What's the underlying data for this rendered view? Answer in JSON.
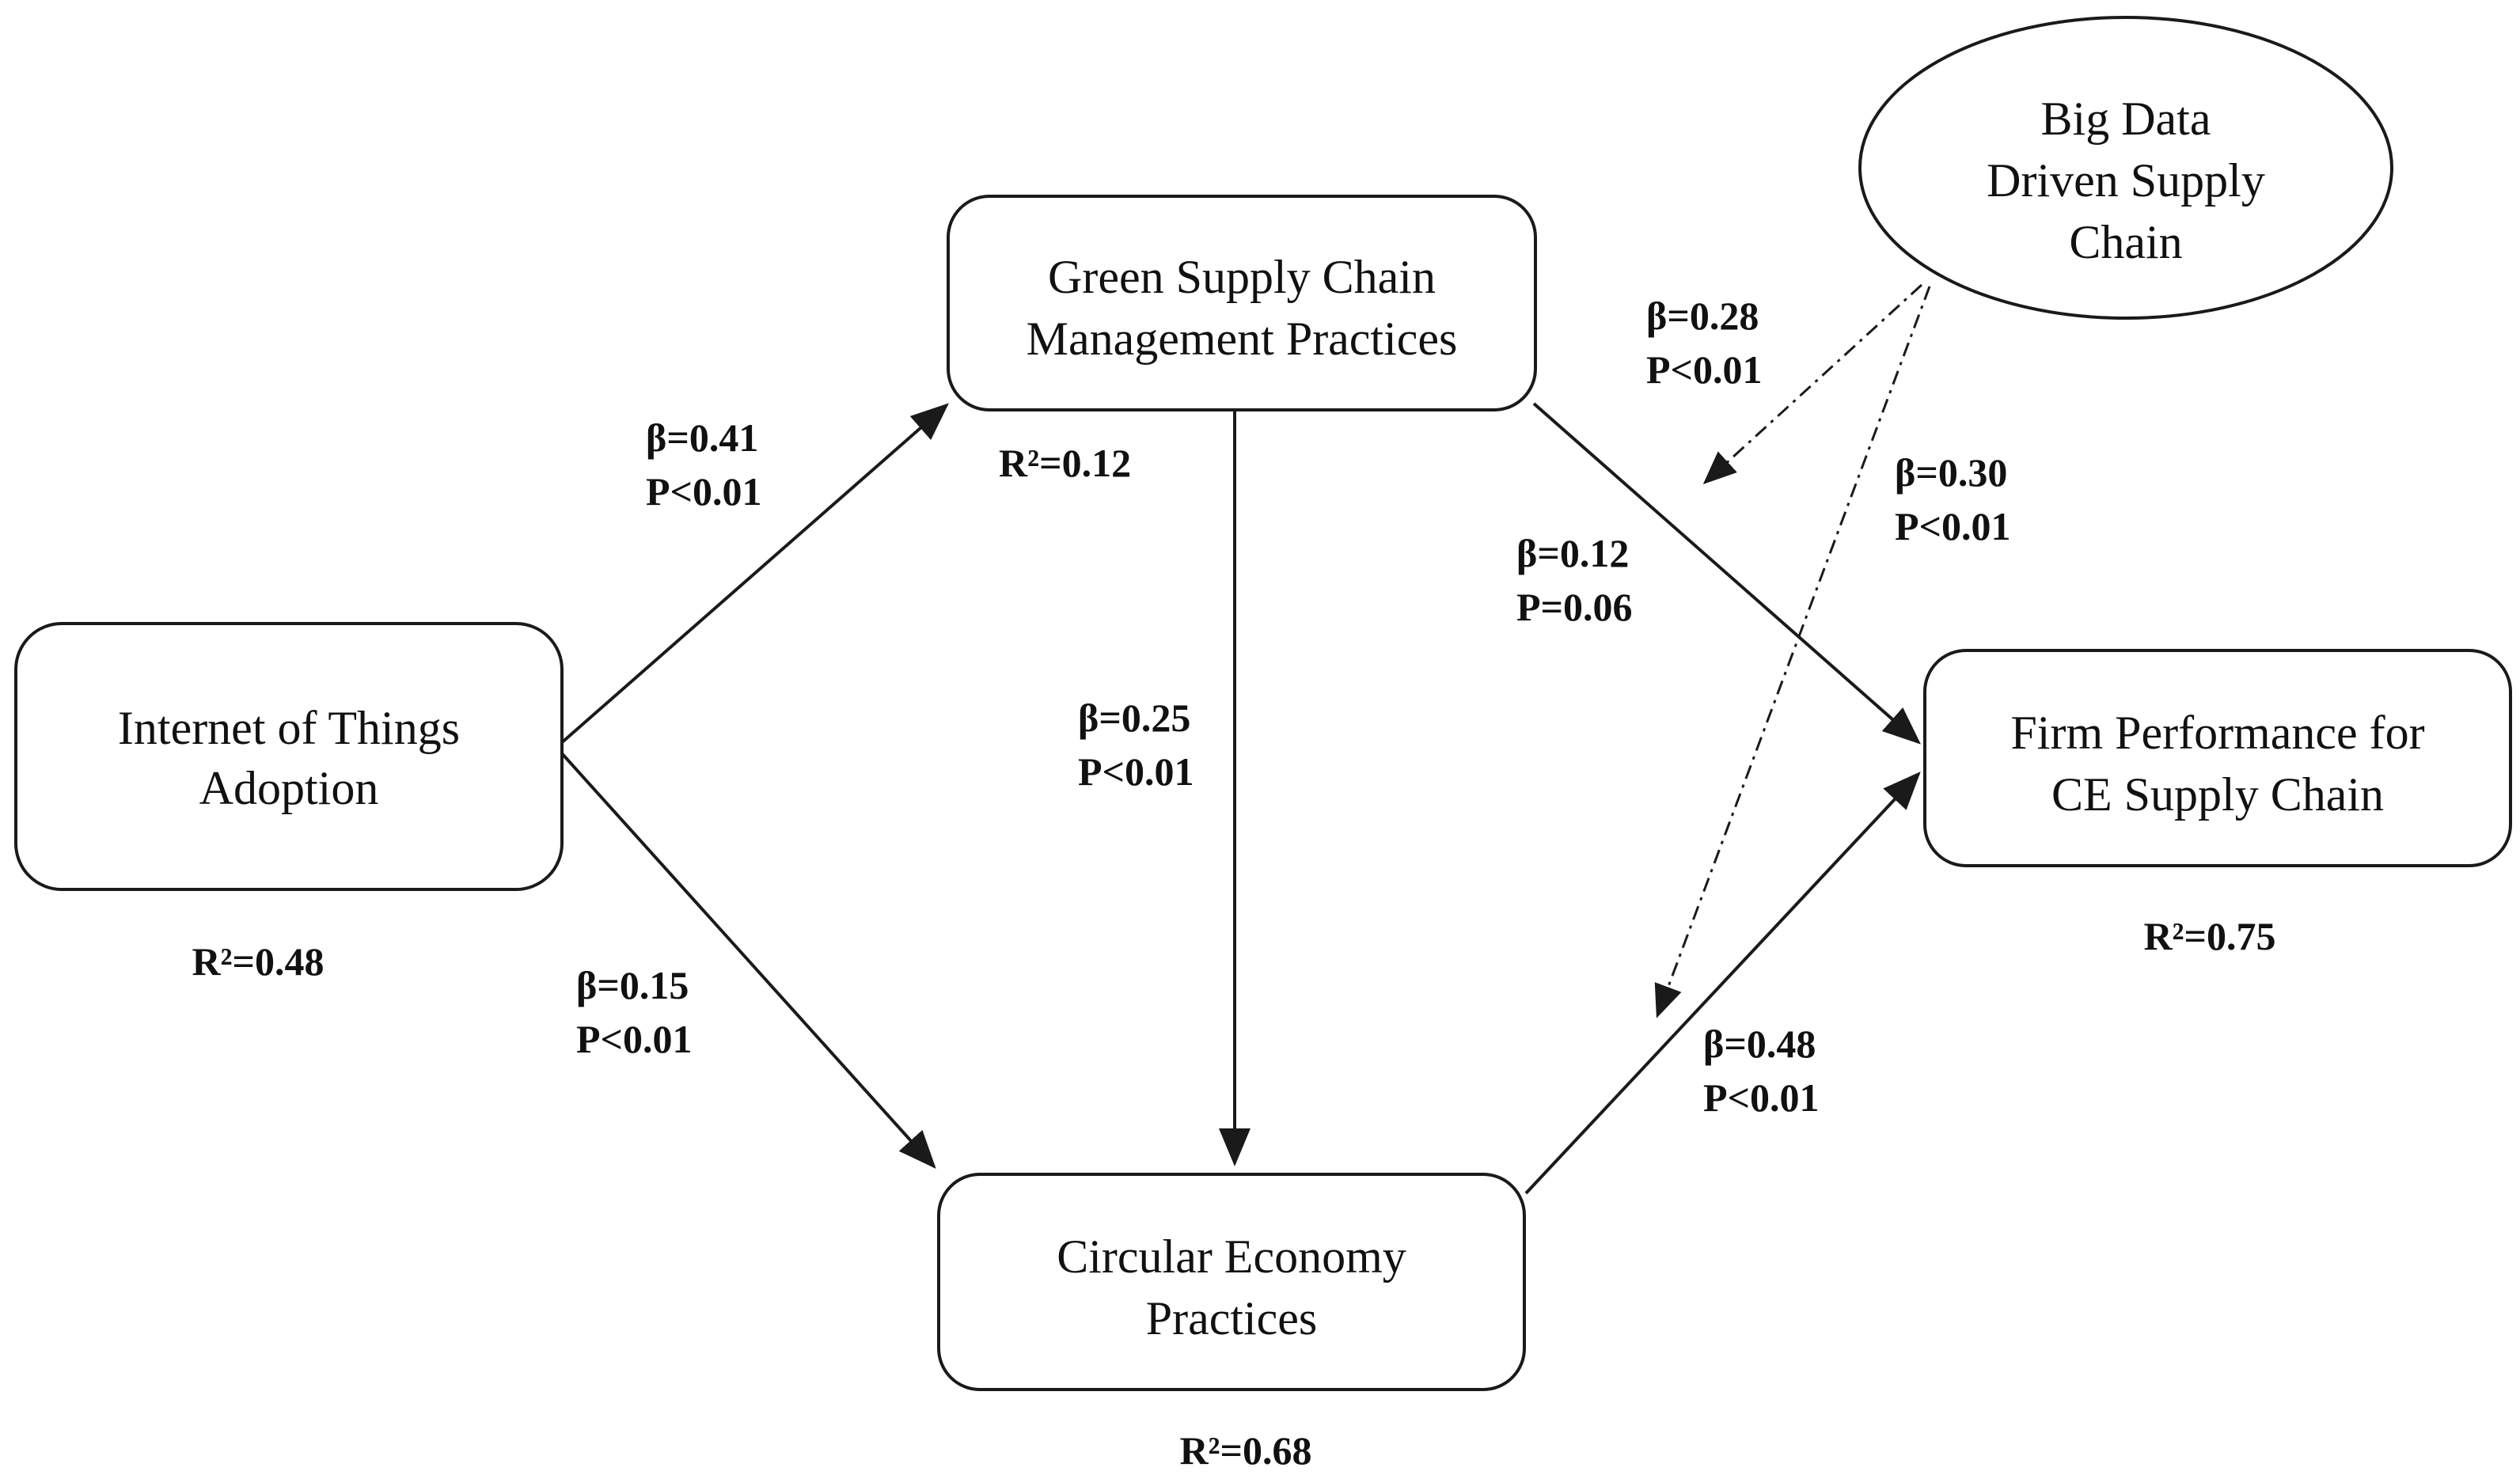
{
  "nodes": {
    "iot": {
      "line1": "Internet of Things",
      "line2": "Adoption"
    },
    "gscm": {
      "line1": "Green Supply Chain",
      "line2": "Management Practices"
    },
    "cep": {
      "line1": "Circular Economy",
      "line2": "Practices"
    },
    "fp": {
      "line1": "Firm Performance for",
      "line2": "CE Supply Chain"
    },
    "bd": {
      "line1": "Big Data",
      "line2": "Driven Supply",
      "line3": "Chain"
    }
  },
  "r_squared": {
    "iot": "R²=0.48",
    "gscm": "R²=0.12",
    "cep": "R²=0.68",
    "fp": "R²=0.75"
  },
  "paths": {
    "iot_gscm": {
      "beta": "β=0.41",
      "p": "P<0.01"
    },
    "iot_cep": {
      "beta": "β=0.15",
      "p": "P<0.01"
    },
    "gscm_cep": {
      "beta": "β=0.25",
      "p": "P<0.01"
    },
    "gscm_fp": {
      "beta": "β=0.12",
      "p": "P=0.06"
    },
    "cep_fp": {
      "beta": "β=0.48",
      "p": "P<0.01"
    },
    "bd_gscm_fp": {
      "beta": "β=0.28",
      "p": "P<0.01"
    },
    "bd_cep_fp": {
      "beta": "β=0.30",
      "p": "P<0.01"
    }
  },
  "colors": {
    "stroke": "#1a1a1a",
    "text": "#111111",
    "background": "#ffffff"
  }
}
